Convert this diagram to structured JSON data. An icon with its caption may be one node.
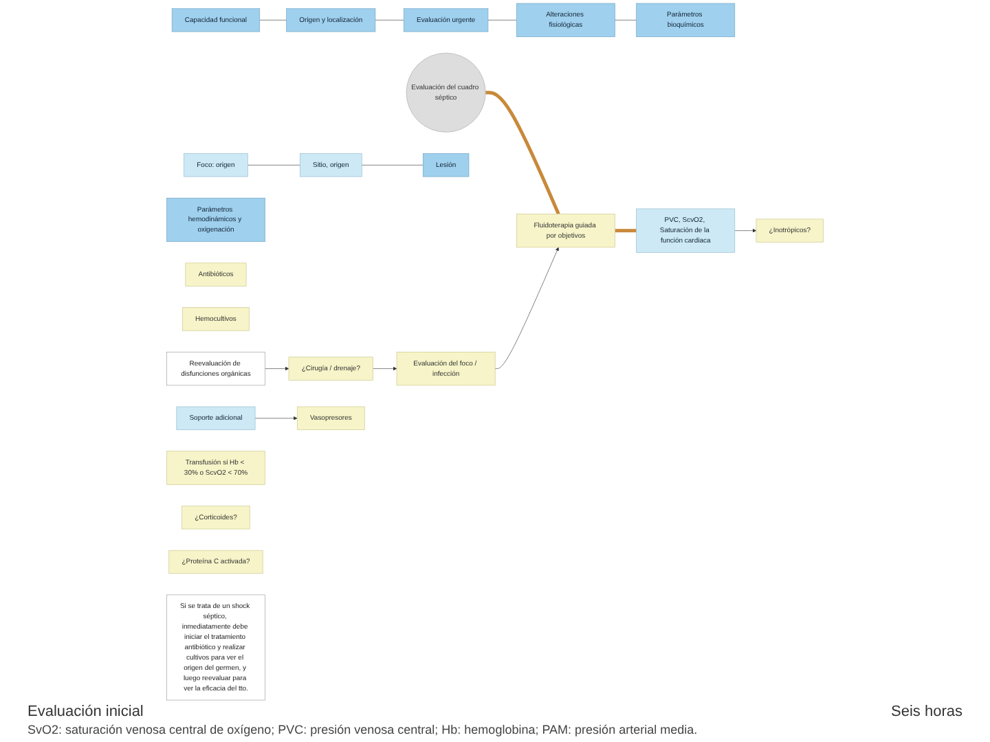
{
  "diagram": {
    "nodes": [
      {
        "text": [
          "Capacidad funcional"
        ]
      },
      {
        "text": [
          "Origen y localización"
        ]
      },
      {
        "text": [
          "Evaluación urgente"
        ]
      },
      {
        "text": [
          "Alteraciones fisiológicas"
        ]
      },
      {
        "text": [
          "Parámetros bioquímicos"
        ]
      },
      {
        "text": [
          "Evaluación del cuadro séptico"
        ]
      },
      {
        "text": [
          "Foco: origen"
        ]
      },
      {
        "text": [
          "Sitio, origen"
        ]
      },
      {
        "text": [
          "Lesión"
        ]
      },
      {
        "text": [
          "Parámetros hemodinámicos y oxigenación"
        ]
      },
      {
        "text": [
          "Antibióticos"
        ]
      },
      {
        "text": [
          "Hemocultivos"
        ]
      },
      {
        "text": [
          "Fluidoterapia guiada por objetivos"
        ]
      },
      {
        "text": [
          "Evaluación del foco / infección"
        ]
      },
      {
        "text": [
          "¿Cirugía / drenaje?"
        ]
      },
      {
        "text": [
          "Reevaluación de disfunciones orgánicas"
        ]
      },
      {
        "text": [
          "Soporte adicional"
        ]
      },
      {
        "text": [
          "Vasopresores"
        ]
      },
      {
        "text": [
          "PVC, ScvO2, Saturación de la función cardiaca"
        ]
      },
      {
        "text": [
          "¿Inotrópicos?"
        ]
      },
      {
        "text": [
          "Transfusión si Hb < 30% o ScvO2 < 70%"
        ]
      },
      {
        "text": [
          "¿Corticoides?"
        ]
      },
      {
        "text": [
          "¿Proteína C activada?"
        ]
      },
      {
        "text": [
          "Si se trata de un shock séptico, inmediatamente debe iniciar el tratamiento antibiótico y realizar cultivos para ver el origen del germen, y luego reevaluar para ver la eficacia del tto."
        ]
      }
    ],
    "edges": [
      {
        "from": 0,
        "to": 1,
        "arrow": "none"
      },
      {
        "from": 1,
        "to": 2,
        "arrow": "none"
      },
      {
        "from": 2,
        "to": 3,
        "arrow": "none"
      },
      {
        "from": 3,
        "to": 4,
        "arrow": "none"
      },
      {
        "from": 6,
        "to": 7,
        "arrow": "none"
      },
      {
        "from": 7,
        "to": 8,
        "arrow": "none"
      },
      {
        "from": 5,
        "to": 12,
        "arrow": "none",
        "style": "thick",
        "color": "#c8893a"
      },
      {
        "from": 12,
        "to": 18,
        "arrow": "none",
        "style": "thick",
        "color": "#c8893a"
      },
      {
        "from": 13,
        "to": 12,
        "arrow": "to"
      },
      {
        "from": 14,
        "to": 13,
        "arrow": "to"
      },
      {
        "from": 15,
        "to": 14,
        "arrow": "to"
      },
      {
        "from": 16,
        "to": 17,
        "arrow": "to"
      },
      {
        "from": 18,
        "to": 19,
        "arrow": "to"
      }
    ],
    "labels": [
      "Evaluación inicial",
      "Seis horas",
      "SvO2: saturación venosa central de oxígeno; PVC: presión venosa central; Hb: hemoglobina; PAM: presión arterial media."
    ]
  }
}
